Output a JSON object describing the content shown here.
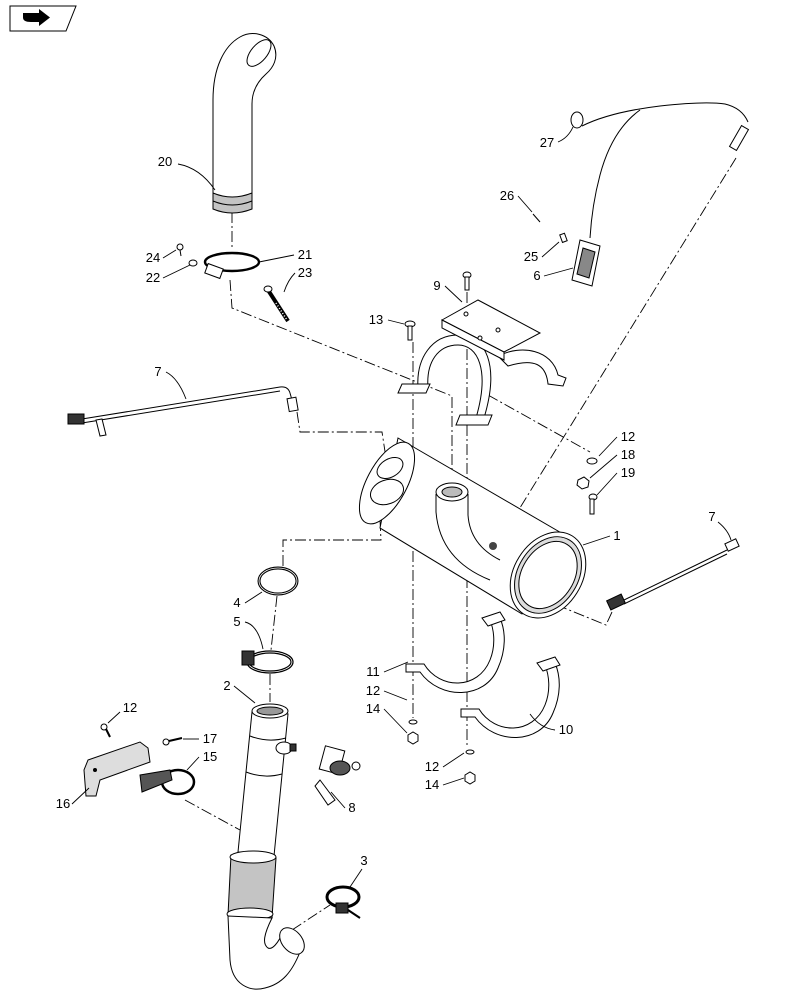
{
  "icons": {
    "nav_tab": "page-turn-arrow-icon"
  },
  "callouts": [
    {
      "number": "20"
    },
    {
      "number": "24"
    },
    {
      "number": "22"
    },
    {
      "number": "21"
    },
    {
      "number": "23"
    },
    {
      "number": "7"
    },
    {
      "number": "9"
    },
    {
      "number": "13"
    },
    {
      "number": "27"
    },
    {
      "number": "26"
    },
    {
      "number": "25"
    },
    {
      "number": "6"
    },
    {
      "number": "12"
    },
    {
      "number": "18"
    },
    {
      "number": "19"
    },
    {
      "number": "7"
    },
    {
      "number": "1"
    },
    {
      "number": "4"
    },
    {
      "number": "5"
    },
    {
      "number": "2"
    },
    {
      "number": "11"
    },
    {
      "number": "12"
    },
    {
      "number": "14"
    },
    {
      "number": "10"
    },
    {
      "number": "12"
    },
    {
      "number": "17"
    },
    {
      "number": "15"
    },
    {
      "number": "16"
    },
    {
      "number": "8"
    },
    {
      "number": "12"
    },
    {
      "number": "14"
    },
    {
      "number": "3"
    }
  ]
}
